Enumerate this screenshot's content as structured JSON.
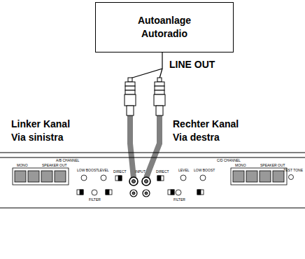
{
  "diagram": {
    "nodes": [
      {
        "text": [
          "Autoanlage Autoradio"
        ]
      }
    ],
    "labels": [
      "LINE OUT",
      "Linker Kanal",
      "Via sinistra",
      "Rechter Kanal",
      "Via destra",
      "A/B CHANNEL",
      "MONO",
      "SPEAKER OUT",
      "LOW BOOST",
      "LEVEL",
      "DIRECT",
      "FILTER",
      "INPUT",
      "DIRECT",
      "LEVEL",
      "LOW BOOST",
      "FILTER",
      "C/D CHANNEL",
      "MONO",
      "SPEAKER OUT",
      "TEST TONE"
    ]
  }
}
